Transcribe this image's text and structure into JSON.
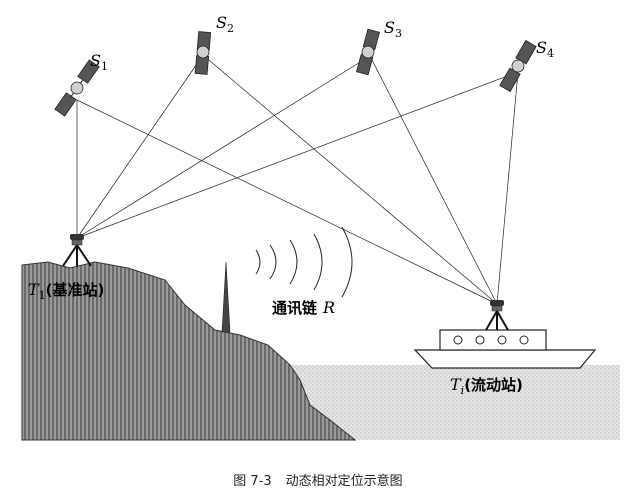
{
  "satellites": [
    {
      "id": "S1",
      "label_main": "S",
      "label_sub": "1"
    },
    {
      "id": "S2",
      "label_main": "S",
      "label_sub": "2"
    },
    {
      "id": "S3",
      "label_main": "S",
      "label_sub": "3"
    },
    {
      "id": "S4",
      "label_main": "S",
      "label_sub": "4"
    }
  ],
  "base_station": {
    "label_main": "T",
    "label_sub": "1",
    "label_text": "(基准站)"
  },
  "rover_station": {
    "label_main": "T",
    "label_sub": "i",
    "label_text": "(流动站)"
  },
  "comm_link": {
    "label_text": "通讯链",
    "label_symbol": "R"
  },
  "caption": {
    "figure": "图 7-3",
    "title": "动态相对定位示意图"
  }
}
